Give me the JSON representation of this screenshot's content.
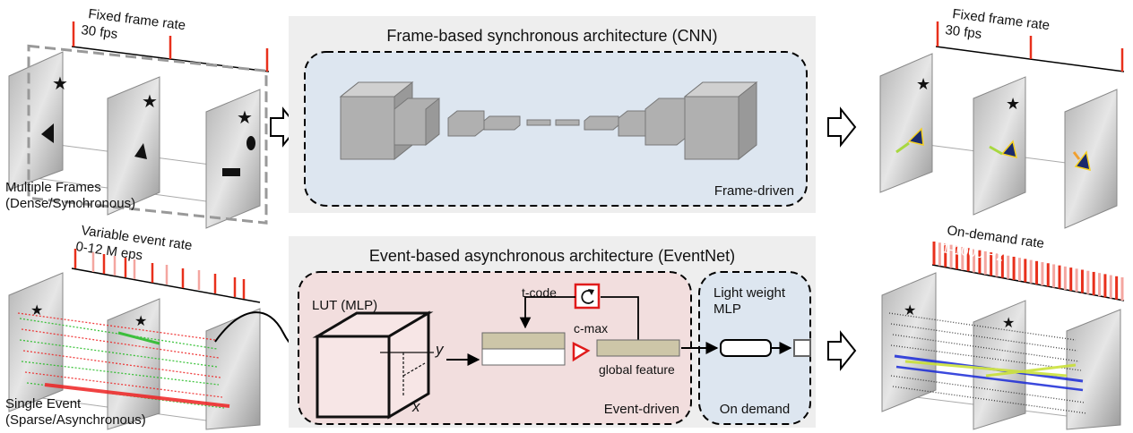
{
  "top_row": {
    "input_rate": {
      "line1": "Fixed frame rate",
      "line2": "30 fps"
    },
    "input_caption": {
      "line1": "Multiple Frames",
      "line2": "(Dense/Synchronous)"
    },
    "panel_title": "Frame-based synchronous architecture (CNN)",
    "panel_tag": "Frame-driven",
    "output_rate": {
      "line1": "Fixed frame rate",
      "line2": "30 fps"
    }
  },
  "bottom_row": {
    "input_rate": {
      "line1": "Variable event rate",
      "line2": "0-12 M eps"
    },
    "input_caption": {
      "line1": "Single Event",
      "line2": "(Sparse/Asynchronous)"
    },
    "panel_title": "Event-based asynchronous architecture (EventNet)",
    "lut_label": "LUT (MLP)",
    "axis_y": "y",
    "axis_x": "x",
    "tcode_label": "t-code",
    "cmax_label": "c-max",
    "global_feature_label": "global feature",
    "event_driven_tag": "Event-driven",
    "mlp_label": {
      "line1": "Light weight",
      "line2": "MLP"
    },
    "on_demand_tag": "On demand",
    "output_rate": {
      "line1": "On-demand rate",
      "line2": "1-1000 Hz"
    }
  },
  "colors": {
    "frame_panel_bg": "#dde6f0",
    "event_panel_bg": "#f2dede",
    "outer_panel_bg": "#eeeeee",
    "rate_mark": "#e8301c",
    "event_mark_light": "#f4a6a0",
    "block_gray": "#b0b0b0",
    "feature_tan": "#cdc6a8"
  }
}
